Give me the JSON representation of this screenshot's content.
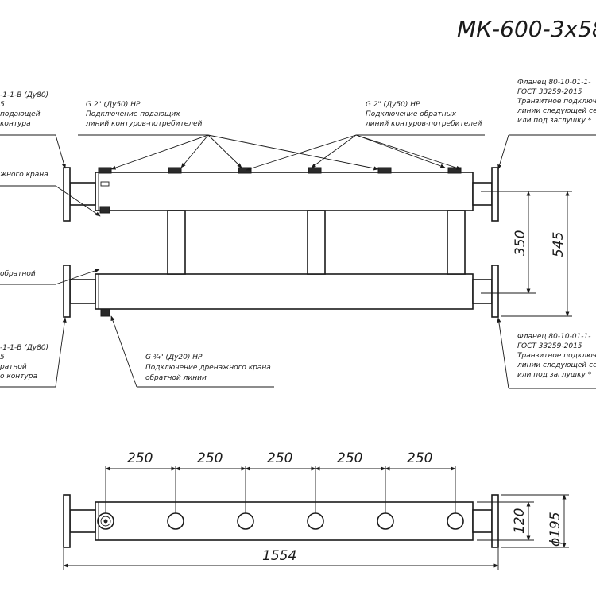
{
  "title": "МК-600-3х58",
  "notes": {
    "flange_left_top": [
      "-1-1-В (Ду80)",
      "5",
      "подающей",
      "контура"
    ],
    "drain_left_top": "жного крана",
    "supply_connect": [
      "G 2\" (Ду50) НР",
      "Подключение подающих",
      "линий контуров-потребителей"
    ],
    "return_connect": [
      "G 2\" (Ду50) НР",
      "Подключение обратных",
      "линий контуров-потребителей"
    ],
    "flange_right_top": [
      "Фланец 80-10-01-1-",
      "ГОСТ 33259-2015",
      "Транзитное подключ",
      "линии следующей сек",
      "или под заглушку *"
    ],
    "return_left_mid": "обратной",
    "flange_left_bottom": [
      "-1-1-В (Ду80)",
      "5",
      "ратной",
      "о контура"
    ],
    "drain_bottom": [
      "G ¾\" (Ду20) НР",
      "Подключение дренажного крана",
      "обратной линии"
    ],
    "flange_right_bottom": [
      "Фланец 80-10-01-1-",
      "ГОСТ 33259-2015",
      "Транзитное подключ",
      "линии следующей сек",
      "или под заглушку *"
    ]
  },
  "dimensions": {
    "height_inner": "350",
    "height_outer": "545",
    "spacing": [
      "250",
      "250",
      "250",
      "250",
      "250"
    ],
    "length": "1554",
    "width": "120",
    "diameter": "ϕ195"
  }
}
